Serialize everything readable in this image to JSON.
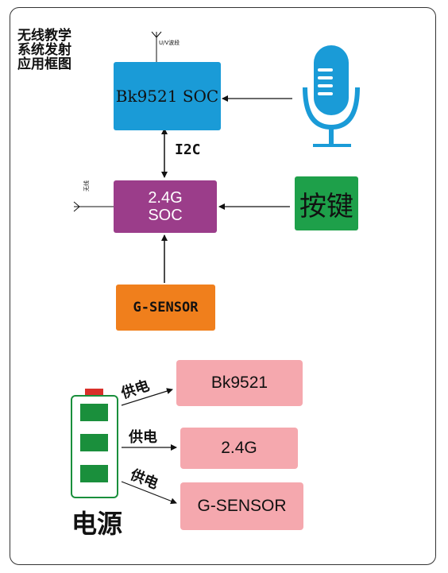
{
  "title": {
    "line1": "无线教学",
    "line2": "系统发射",
    "line3": "应用框图"
  },
  "blocks": {
    "bk_soc": "Bk9521 SOC",
    "soc24_line1": "2.4G",
    "soc24_line2": "SOC",
    "keys": "按键",
    "gsensor": "G-SENSOR"
  },
  "labels": {
    "i2c": "I2C",
    "uv_band": "U/V波段",
    "wireless": "无线",
    "power_label": "供电",
    "source": "电源"
  },
  "power_targets": [
    "Bk9521",
    "2.4G",
    "G-SENSOR"
  ],
  "colors": {
    "bk_blue": "#1a9bd7",
    "soc_purple": "#9b3d8a",
    "key_green": "#1ea04a",
    "gsensor_orange": "#f07f1c",
    "target_pink": "#f5a8ae",
    "battery_green": "#1a8f3c",
    "battery_cap_red": "#d9302a"
  }
}
